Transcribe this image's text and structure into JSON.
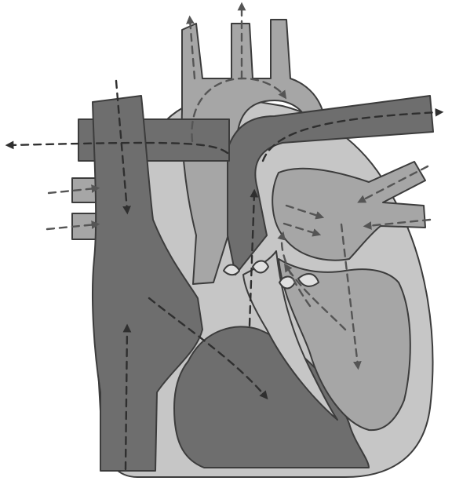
{
  "diagram": {
    "colors": {
      "background": "#ffffff",
      "outline": "#3c3c3c",
      "tissue": "#c6c6c6",
      "deoxygenated_blood": "#6e6e6e",
      "oxygenated_blood": "#a6a6a6",
      "flow_dark": "#2f2f2f",
      "flow_light": "#555555"
    },
    "parts": [
      {
        "id": "superior-vena-cava",
        "blood": "deoxygenated"
      },
      {
        "id": "inferior-vena-cava",
        "blood": "deoxygenated"
      },
      {
        "id": "right-atrium",
        "blood": "deoxygenated"
      },
      {
        "id": "right-ventricle",
        "blood": "deoxygenated"
      },
      {
        "id": "pulmonary-trunk",
        "blood": "deoxygenated"
      },
      {
        "id": "left-pulmonary-artery",
        "blood": "deoxygenated"
      },
      {
        "id": "right-pulmonary-artery",
        "blood": "deoxygenated"
      },
      {
        "id": "aortic-arch",
        "blood": "oxygenated"
      },
      {
        "id": "left-atrium",
        "blood": "oxygenated"
      },
      {
        "id": "left-ventricle",
        "blood": "oxygenated"
      },
      {
        "id": "right-pulmonary-veins",
        "blood": "oxygenated"
      },
      {
        "id": "left-pulmonary-veins",
        "blood": "oxygenated"
      }
    ],
    "flow_arrows": 18
  }
}
